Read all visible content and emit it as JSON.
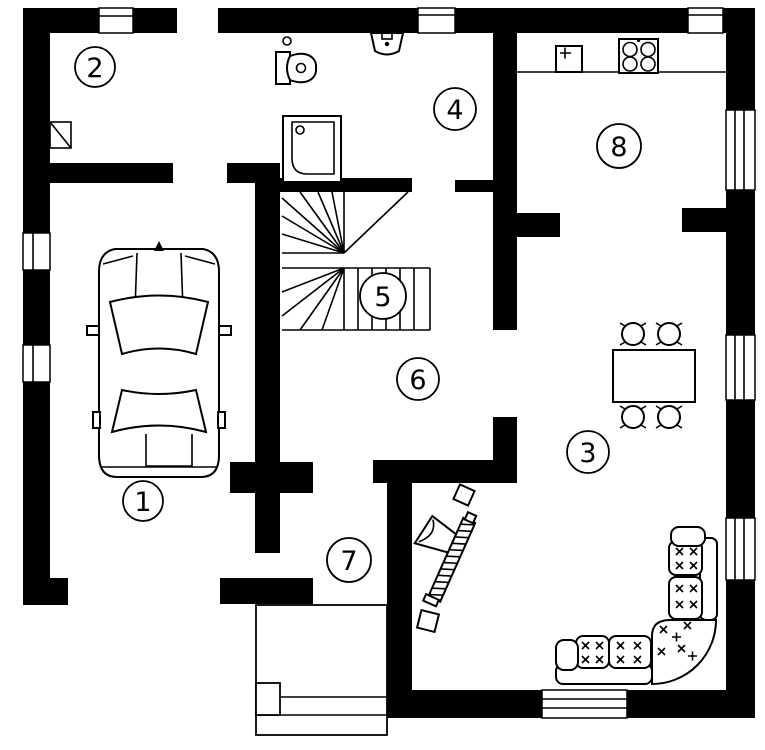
{
  "plan": {
    "colors": {
      "wall": "#000000",
      "background": "#ffffff",
      "line": "#000000"
    },
    "rooms": [
      {
        "number": "1"
      },
      {
        "number": "2"
      },
      {
        "number": "3"
      },
      {
        "number": "4"
      },
      {
        "number": "5"
      },
      {
        "number": "6"
      },
      {
        "number": "7"
      },
      {
        "number": "8"
      }
    ],
    "symbols": [
      "car",
      "water-heater",
      "toilet",
      "wash-basin",
      "shower-tray",
      "winder-staircase",
      "kitchen-counter",
      "kitchen-sink",
      "cooktop-4-burner",
      "dining-table",
      "chair",
      "corner-sofa",
      "tv",
      "speaker",
      "window",
      "porch-steps"
    ]
  }
}
